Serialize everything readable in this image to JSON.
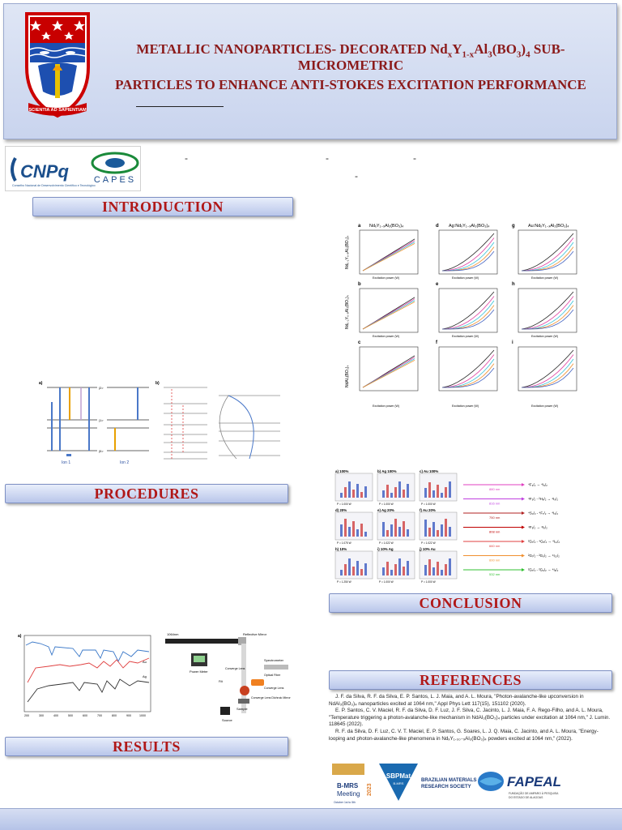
{
  "header": {
    "title_line1_prefix": "METALLIC NANOPARTICLES- DECORATED Nd",
    "title_line1_x": "x",
    "title_line1_mid1": "Y",
    "title_line1_1x": "1-x",
    "title_line1_mid2": "Al",
    "title_line1_3": "3",
    "title_line1_mid3": "(BO",
    "title_line1_3b": "3",
    "title_line1_mid4": ")",
    "title_line1_4": "4",
    "title_line1_suffix": " SUB-",
    "title_line2": "MICROMETRIC",
    "title_line3": "PARTICLES TO ENHANCE ANTI-STOKES EXCITATION PERFORMANCE",
    "crest_motto": "SCIENTIA AD SAPIENTIAM"
  },
  "funding": {
    "cnpq": "CNPq",
    "cnpq_sub": "Conselho Nacional de Desenvolvimento Científico e Tecnológico",
    "capes": "CAPES"
  },
  "sections": {
    "introduction": "INTRODUCTION",
    "procedures": "PROCEDURES",
    "results": "RESULTS",
    "conclusion": "CONCLUSION",
    "references": "REFERENCES"
  },
  "intro_figure": {
    "ion1": "Ion 1",
    "ion2": "Ion 2",
    "panel_a": "a)",
    "panel_b": "b)",
    "levels": [
      "|2>",
      "|1>",
      "|0>"
    ]
  },
  "power_figure": {
    "panels": [
      "a",
      "b",
      "c",
      "d",
      "e",
      "f",
      "g",
      "h",
      "i"
    ],
    "titles_top": [
      "NdₓY₁₋ₓAl₃(BO₃)₄",
      "Ag:NdₓY₁₋ₓAl₃(BO₃)₄",
      "Au:NdₓY₁₋ₓAl₃(BO₃)₄"
    ],
    "xlabel": "Excitation power (W)",
    "row_labels": [
      "Nd₀.₁Y₀.₉Al₃(BO₃)₄",
      "Nd₀.₂Y₀.₈Al₃(BO₃)₄",
      "NdAl₃(BO₃)₄"
    ]
  },
  "map_figure": {
    "labels": [
      "a) 100%",
      "b) Ag 100%",
      "c) Au 100%",
      "d) 20%",
      "e) Ag 20%",
      "f) Au 20%",
      "h) 10%",
      "i) 10% Ag",
      "j) 10% Au"
    ],
    "powers": [
      "P = 1.000 W",
      "P = 1.000 W",
      "P = 1.000 W",
      "P = 1.075 W",
      "P = 1.022 W",
      "P = 1.022 W",
      "P = 1.250 W",
      "P = 1.000 W",
      "P = 1.000 W"
    ],
    "wavelengths": [
      "880 nm",
      "816 nm",
      "750 nm",
      "808 nm",
      "660 nm",
      "600 nm",
      "532 nm"
    ],
    "transitions": [
      "⁴F₃/₂ → ⁴I₉/₂",
      "⁴F₅/₂ - ²H₉/₂ → ⁴I₉/₂",
      "⁴S₃/₂ - ⁴F₇/₂ → ⁴I₉/₂",
      "⁴F₉/₂ → ⁴I₉/₂",
      "²G₇/₂ - ⁴G₅/₂ → ⁴I₁₁/₂",
      "²G₇/₂ - ²G₉/₂ → ⁴I₁₃/₂",
      "²G₇/₂ - ²G₉/₂ → ⁴I₉/₂"
    ]
  },
  "setup_figure": {
    "spectra_panel": "a)",
    "xticks": [
      "200",
      "300",
      "400",
      "500",
      "600",
      "700",
      "800",
      "900",
      "1000"
    ],
    "labels": [
      "Au",
      "Ag"
    ],
    "laser": "1064nm",
    "reflective_mirror": "Reflective Mirror",
    "spectrometer": "Spectrometer",
    "power_meter": "Power Meter",
    "converge_lens": "Converge Lens",
    "optical_fiber": "Optical Fiber",
    "filter": "Filt",
    "converge_lens_2": "Converge Lens",
    "converge_lens_3": "Converge Lens\nDichroic Mirror",
    "sample": "Sample",
    "source": "Source"
  },
  "references": [
    "J. F. da Silva, R. F. da Silva, E. P. Santos, L. J. Maia, and A. L. Moura, \"Photon-avalanche-like upconversion in NdAl₃(BO₃)₄ nanoparticles excited at 1064 nm,\" Appl Phys Lett 117(15), 151102 (2020).",
    "E. P. Santos, C. V. Maciel, R. F. da Silva, D. F. Luz, J. F. Silva, C. Jacinto, L. J. Maia, F. A. Rego-Filho, and A. L. Moura, \"Temperature triggering a photon-avalanche-like mechanism in NdAl₃(BO₃)₄ particles under excitation at 1064 nm,\" J. Lumin. 118645 (2022).",
    "R. F. da Silva, D. F. Luz, C. V. T. Maciel, E. P. Santos, G. Soares, L. J. Q. Maia, C. Jacinto, and A. L. Moura, \"Energy-looping and photon-avalanche-like phenomena in NdₓY₁.₀₀₋ₓAl₃(BO₃)₄ powders excited at 1064 nm,\" (2022)."
  ],
  "footer": {
    "bmrs_line1": "B-MRS",
    "bmrs_line2": "Meeting",
    "bmrs_year": "2023",
    "bmrs_dates": "October 1st to 5th",
    "sbpmat": "SBPMat",
    "sbpmat_sub": "B-MRS",
    "society": "BRAZILIAN MATERIALS\nRESEARCH SOCIETY",
    "fapeal": "FAPEAL",
    "fapeal_sub": "FUNDAÇÃO DE AMPARO À PESQUISA\nDO ESTADO DE ALAGOAS"
  },
  "colors": {
    "section_text": "#b01818",
    "title_text": "#8b1a1a",
    "band": "#c9d4ee"
  }
}
